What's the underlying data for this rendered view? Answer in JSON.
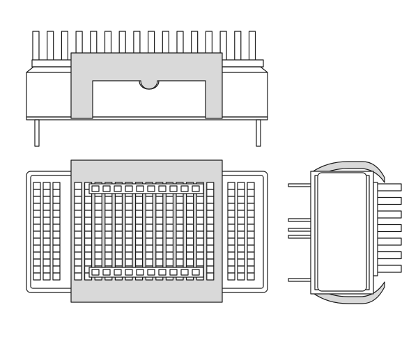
{
  "drawing": {
    "subject": "heatsink-clip-assembly",
    "views": [
      "side-view",
      "top-view",
      "end-view"
    ]
  },
  "colors": {
    "line": "#1a1a1a",
    "clip_fill": "#d9d9d9",
    "background": "#ffffff"
  }
}
